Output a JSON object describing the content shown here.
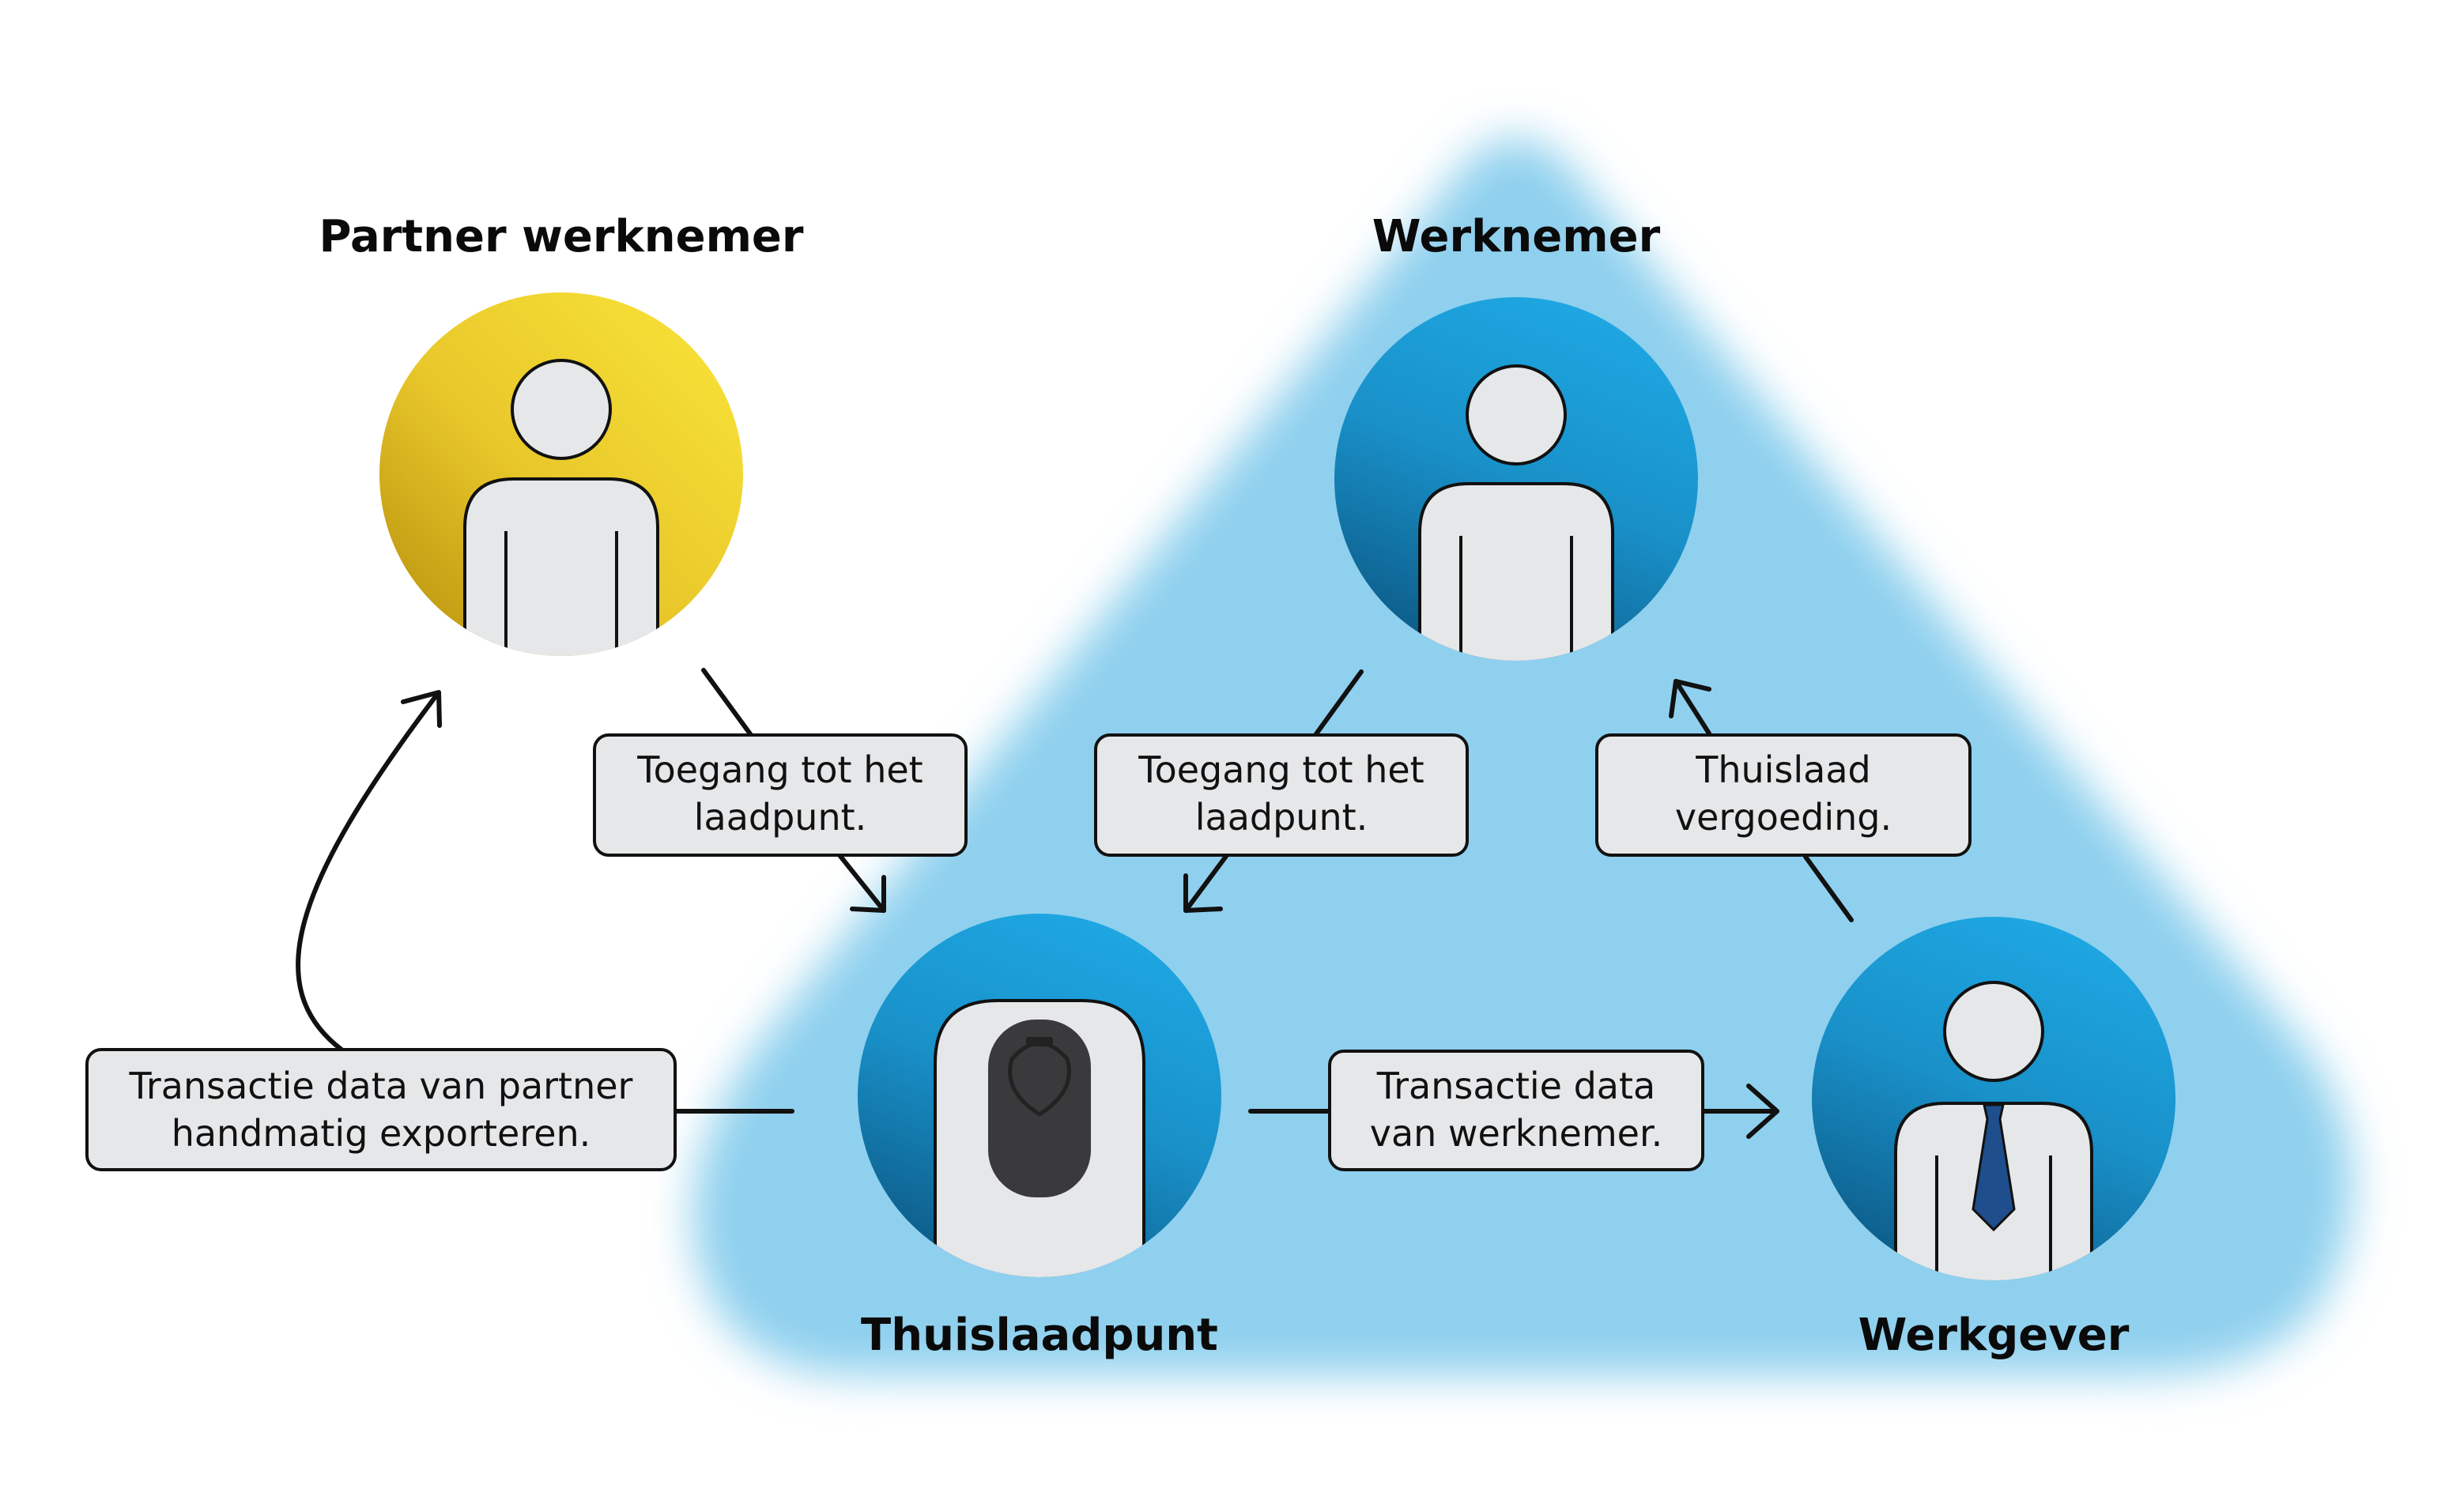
{
  "nodes": {
    "partner": {
      "title": "Partner werknemer",
      "color": "#e8c81e"
    },
    "werknemer": {
      "title": "Werknemer",
      "color": "#1a9cd8"
    },
    "thuislaadpunt": {
      "title": "Thuislaadpunt",
      "color": "#1a9cd8"
    },
    "werkgever": {
      "title": "Werkgever",
      "color": "#1a9cd8"
    }
  },
  "labels": {
    "toegang_partner": {
      "line1": "Toegang tot het",
      "line2": "laadpunt."
    },
    "toegang_werknemer": {
      "line1": "Toegang tot het",
      "line2": "laadpunt."
    },
    "vergoeding": {
      "line1": "Thuislaad",
      "line2": "vergoeding."
    },
    "export_partner": {
      "line1": "Transactie data van partner",
      "line2": "handmatig exporteren."
    },
    "data_werknemer": {
      "line1": "Transactie data",
      "line2": "van werknemer."
    }
  },
  "colors": {
    "highlight_area": "#8fd0ee",
    "box_fill": "#e6e7e9",
    "person_fill": "#e6e7e9",
    "tie": "#1e4e8c"
  },
  "icons": {
    "partner": "person-icon",
    "werknemer": "person-icon",
    "thuislaadpunt": "charger-icon",
    "werkgever": "person-with-tie-icon"
  }
}
